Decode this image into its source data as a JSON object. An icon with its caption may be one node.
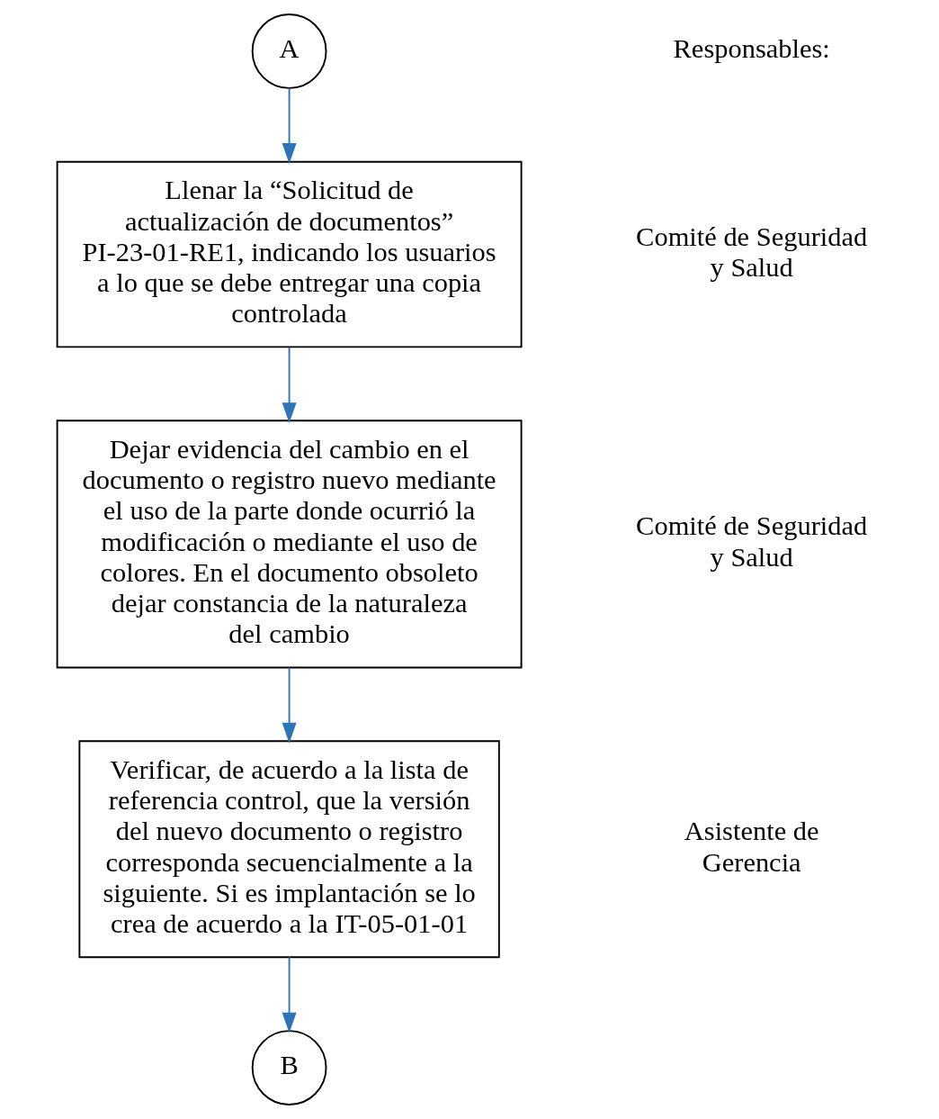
{
  "diagram": {
    "nodes": [
      {
        "text": [
          "A"
        ]
      },
      {
        "text": [
          "Llenar la “Solicitud de actualización de documentos” PI-23-01-RE1, indicando los usuarios a lo que se debe entregar una copia controlada"
        ]
      },
      {
        "text": [
          "Dejar evidencia del cambio en el documento o registro nuevo mediante el uso de la parte donde ocurrió la modificación o mediante el uso de colores. En el documento obsoleto dejar constancia de la naturaleza del cambio"
        ]
      },
      {
        "text": [
          "Verificar, de acuerdo a la lista de referencia control, que la versión del nuevo documento o registro corresponda secuencialmente a la siguiente. Si es implantación se lo crea de acuerdo a la IT-05-01-01"
        ]
      },
      {
        "text": [
          "B"
        ]
      }
    ],
    "edges": [
      {
        "from": 0,
        "to": 1,
        "arrow": "to"
      },
      {
        "from": 1,
        "to": 2,
        "arrow": "to"
      },
      {
        "from": 2,
        "to": 3,
        "arrow": "to"
      },
      {
        "from": 3,
        "to": 4,
        "arrow": "to"
      }
    ],
    "labels": [
      "Responsables:",
      "Comité de Seguridad y Salud",
      "Comité de Seguridad y Salud",
      "Asistente de Gerencia"
    ]
  }
}
